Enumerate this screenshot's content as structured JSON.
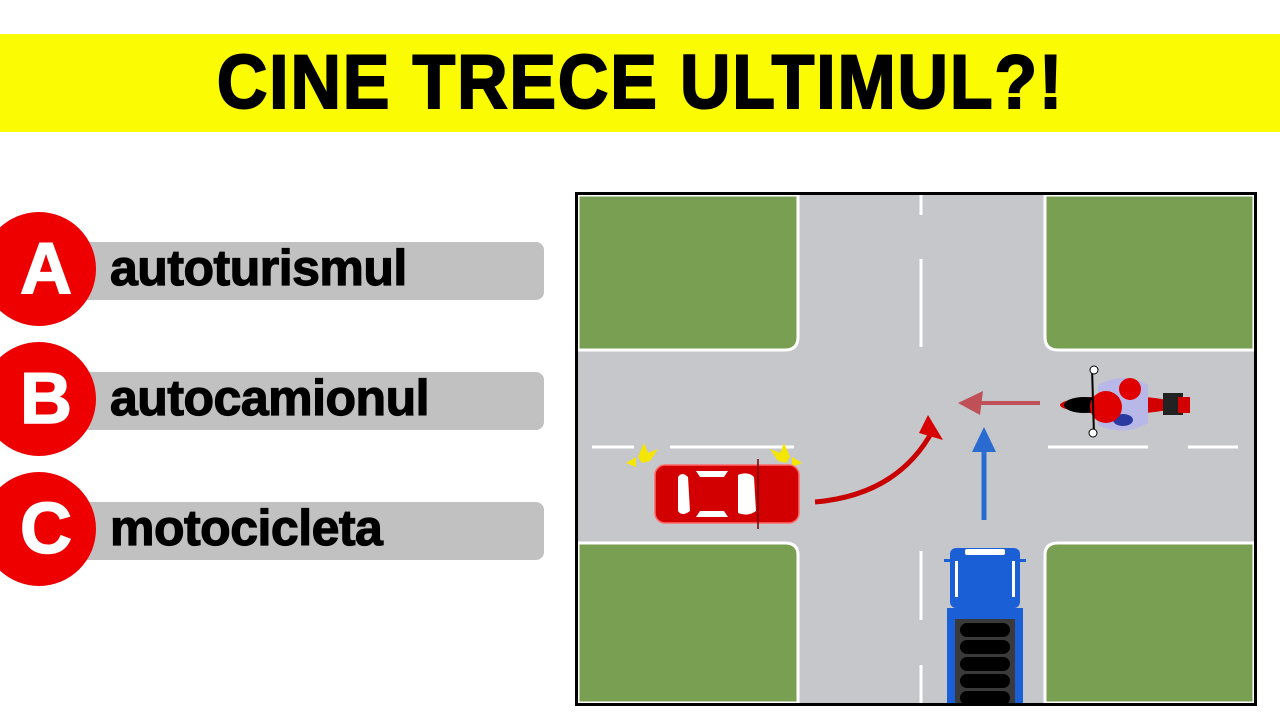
{
  "banner": {
    "title": "CINE TRECE ULTIMUL?!",
    "background_color": "#fbfb04"
  },
  "options": [
    {
      "letter": "A",
      "label": "autoturismul"
    },
    {
      "letter": "B",
      "label": "autocamionul"
    },
    {
      "letter": "C",
      "label": "motocicleta"
    }
  ],
  "colors": {
    "option_circle": "#ee0000",
    "option_bar": "#c1c1c1",
    "grass": "#789f52",
    "road": "#c6c7cb",
    "car": "#d20000",
    "truck": "#1a5fd6",
    "turn_arrow": "#c80000",
    "straight_arrow": "#2a6bd1",
    "moto_arrow": "#c05058"
  },
  "scene": {
    "vehicles": [
      {
        "type": "car",
        "color": "red",
        "position": "west-approach",
        "signal": "hazard-blinkers",
        "maneuver": "left-turn"
      },
      {
        "type": "truck",
        "color": "blue",
        "position": "south-approach",
        "maneuver": "straight"
      },
      {
        "type": "motorcycle",
        "color": "red",
        "position": "east-approach",
        "maneuver": "straight"
      }
    ]
  }
}
